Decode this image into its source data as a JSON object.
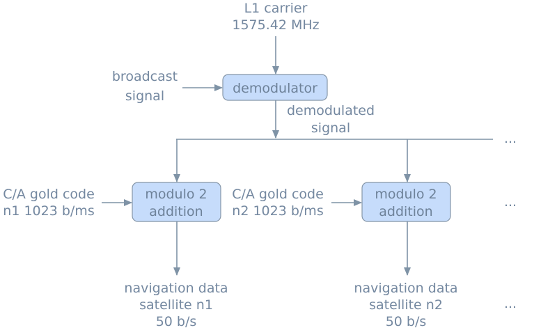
{
  "carrier": {
    "line1": "L1 carrier",
    "line2": "1575.42 MHz"
  },
  "broadcast": {
    "line1": "broadcast",
    "line2": "signal"
  },
  "demodulator": {
    "label": "demodulator"
  },
  "demodulated": {
    "line1": "demodulated",
    "line2": "signal"
  },
  "channels": [
    {
      "code_line1": "C/A gold code",
      "code_line2": "n1 1023 b/ms",
      "box_line1": "modulo 2",
      "box_line2": "addition",
      "out_line1": "navigation data",
      "out_line2": "satellite n1",
      "out_line3": "50 b/s"
    },
    {
      "code_line1": "C/A gold code",
      "code_line2": "n2 1023 b/ms",
      "box_line1": "modulo 2",
      "box_line2": "addition",
      "out_line1": "navigation data",
      "out_line2": "satellite n2",
      "out_line3": "50 b/s"
    }
  ],
  "ellipsis": {
    "bus": "...",
    "box": "...",
    "output": "..."
  },
  "colors": {
    "box_fill": "#c6dcfb",
    "text": "#7488a0",
    "wire": "#7f93a6"
  }
}
